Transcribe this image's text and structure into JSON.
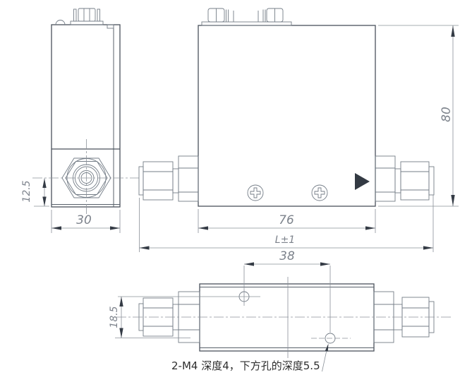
{
  "drawing": {
    "title": "mass-flow-controller-outline-drawing",
    "dimensions": {
      "front_height": "80",
      "front_body_width": "76",
      "overall_length": "L±1",
      "side_width": "30",
      "port_center_offset": "12.5",
      "mount_hole_spacing_x": "38",
      "mount_hole_spacing_y": "18.5"
    },
    "note": "2-M4 深度4，下方孔的深度5.5",
    "colors": {
      "background": "#ffffff",
      "object_line": "#4a525c",
      "detail_line": "#747d87",
      "dimension_line": "#8a9098",
      "dimension_text": "#7d838c",
      "arrow_fill": "#343b45",
      "note_text": "#2e2e2e"
    }
  }
}
